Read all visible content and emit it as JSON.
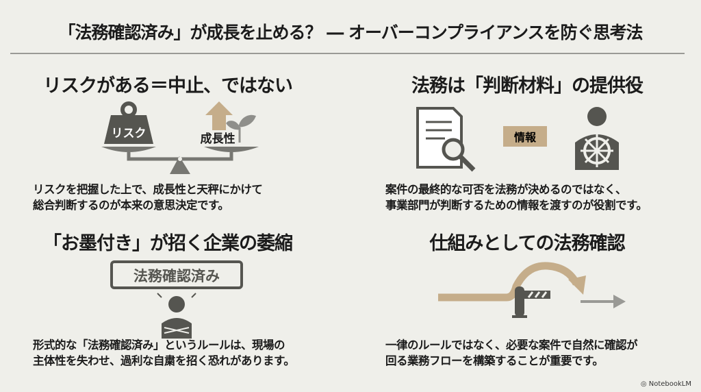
{
  "title": "「法務確認済み」が成長を止める？ ― オーバーコンプライアンスを防ぐ思考法",
  "sections": [
    {
      "heading": "リスクがある＝中止、ではない",
      "labels": {
        "risk": "リスク",
        "growth": "成長性"
      },
      "body": [
        "リスクを把握した上で、成長性と天秤にかけて",
        "総合判断するのが本来の意思決定です。"
      ]
    },
    {
      "heading": "法務は「判断材料」の提供役",
      "labels": {
        "info": "情報"
      },
      "body": [
        "案件の最終的な可否を法務が決めるのではなく、",
        "事業部門が判断するための情報を渡すのが役割です。"
      ]
    },
    {
      "heading": "「お墨付き」が招く企業の萎縮",
      "labels": {
        "stamp": "法務確認済み"
      },
      "body": [
        "形式的な「法務確認済み」というルールは、現場の",
        "主体性を失わせ、過利な自粛を招く恐れがあります。"
      ]
    },
    {
      "heading": "仕組みとしての法務確認",
      "body": [
        "一律のルールではなく、必要な案件で自然に確認が",
        "回る業務フローを構築することが重要です。"
      ]
    }
  ],
  "footer": {
    "brand": "NotebookLM"
  },
  "colors": {
    "background": "#efefea",
    "dark": "#555550",
    "accent": "#c5ad8a",
    "gray": "#8f8f8b"
  }
}
